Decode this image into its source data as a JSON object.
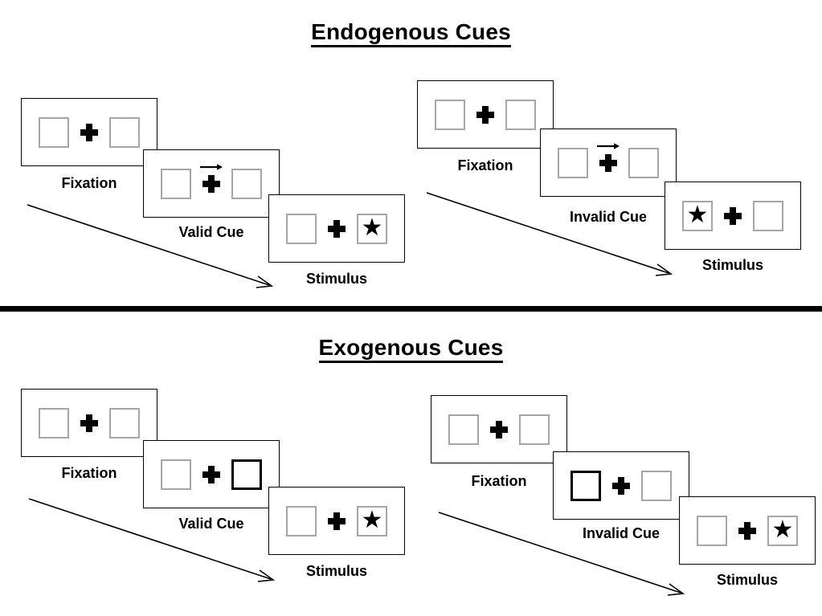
{
  "sections": [
    {
      "id": "endogenous",
      "title": "Endogenous Cues",
      "cue_type": "arrow",
      "columns": [
        {
          "id": "valid",
          "cue_label": "Invalid Cue",
          "stages": [
            {
              "caption": "Fixation",
              "cue_arrow": false,
              "cued_box": "none",
              "target_box": "none"
            },
            {
              "caption": "Valid Cue",
              "cue_arrow": true,
              "cued_box": "none",
              "target_box": "none"
            },
            {
              "caption": "Stimulus",
              "cue_arrow": false,
              "cued_box": "none",
              "target_box": "right"
            }
          ]
        },
        {
          "id": "invalid",
          "cue_label": "Invalid Cue",
          "stages": [
            {
              "caption": "Fixation",
              "cue_arrow": false,
              "cued_box": "none",
              "target_box": "none"
            },
            {
              "caption": "Invalid Cue",
              "cue_arrow": true,
              "cued_box": "none",
              "target_box": "none"
            },
            {
              "caption": "Stimulus",
              "cue_arrow": false,
              "cued_box": "none",
              "target_box": "left"
            }
          ]
        }
      ]
    },
    {
      "id": "exogenous",
      "title": "Exogenous Cues",
      "cue_type": "box-highlight",
      "columns": [
        {
          "id": "valid",
          "cue_label": "Valid Cue",
          "stages": [
            {
              "caption": "Fixation",
              "cue_arrow": false,
              "cued_box": "none",
              "target_box": "none"
            },
            {
              "caption": "Valid Cue",
              "cue_arrow": false,
              "cued_box": "right",
              "target_box": "none"
            },
            {
              "caption": "Stimulus",
              "cue_arrow": false,
              "cued_box": "none",
              "target_box": "right"
            }
          ]
        },
        {
          "id": "invalid",
          "cue_label": "Invalid Cue",
          "stages": [
            {
              "caption": "Fixation",
              "cue_arrow": false,
              "cued_box": "none",
              "target_box": "none"
            },
            {
              "caption": "Invalid Cue",
              "cue_arrow": false,
              "cued_box": "left",
              "target_box": "none"
            },
            {
              "caption": "Stimulus",
              "cue_arrow": false,
              "cued_box": "none",
              "target_box": "right"
            }
          ]
        }
      ]
    }
  ],
  "labels": {
    "fixation": "Fixation",
    "valid_cue": "Valid Cue",
    "invalid_cue": "Invalid Cue",
    "stimulus": "Stimulus"
  },
  "glyphs": {
    "star": "★"
  },
  "colors": {
    "frame_border": "#000000",
    "box_border": "#a6a6a6",
    "cued_box_border": "#000000",
    "cross": "#000000",
    "star": "#000000",
    "divider": "#000000",
    "background": "#ffffff"
  }
}
